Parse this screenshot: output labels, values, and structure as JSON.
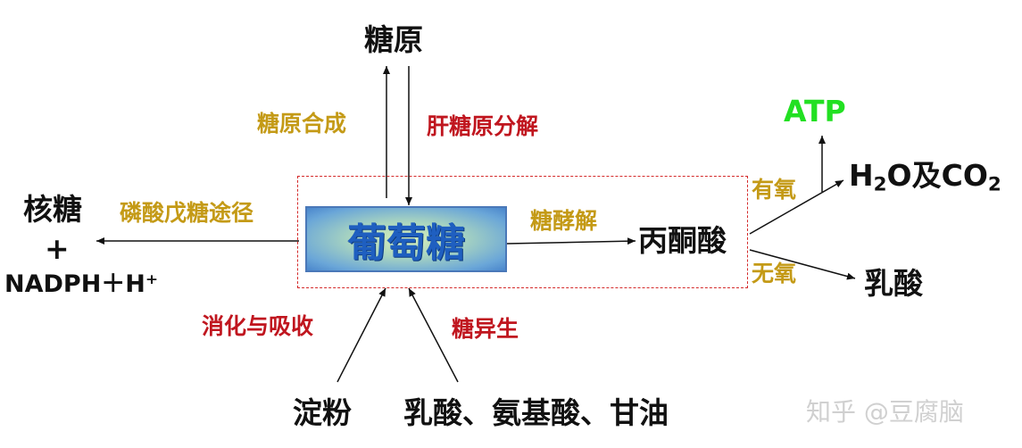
{
  "nodes": {
    "glycogen": "糖原",
    "glucose": "葡萄糖",
    "pyruvate": "丙酮酸",
    "atp": "ATP",
    "water_co2": {
      "h": "H",
      "h_sub": "2",
      "o_ji_co": "O及CO",
      "co_sub": "2"
    },
    "lactate": "乳酸",
    "ribose": "核糖",
    "plus": "+",
    "nadph": "NADPH＋H⁺",
    "starch": "淀粉",
    "gluconeogenic_sources": "乳酸、氨基酸、甘油"
  },
  "labels": {
    "glycogen_synthesis": "糖原合成",
    "glycogenolysis": "肝糖原分解",
    "pentose_phosphate": "磷酸戊糖途径",
    "glycolysis": "糖酵解",
    "aerobic": "有氧",
    "anaerobic": "无氧",
    "digestion_absorption": "消化与吸收",
    "gluconeogenesis": "糖异生"
  },
  "watermark": "知乎 @豆腐脑",
  "colors": {
    "process_gold": "#c49a16",
    "process_red": "#c0161f",
    "atp_green": "#22e022",
    "glucose_text": "#1f5fc0",
    "dash_box": "#d42a2a"
  }
}
